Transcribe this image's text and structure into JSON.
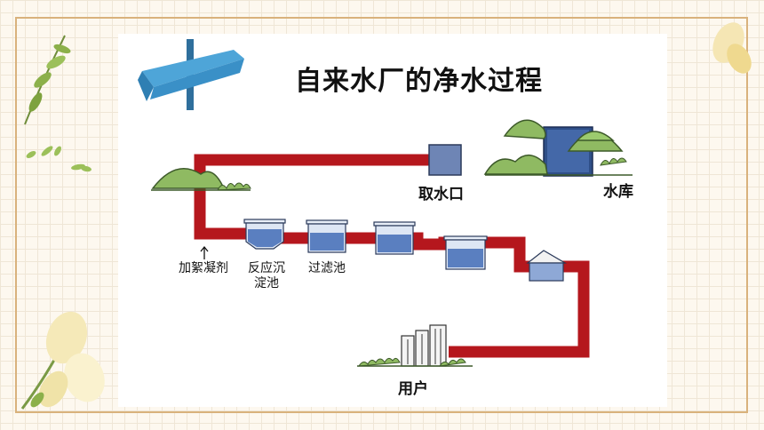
{
  "title": "自来水厂的净水过程",
  "labels": {
    "intake": "取水口",
    "reservoir": "水库",
    "coagulant": "加絮凝剂",
    "sedimentation": "反应沉淀池",
    "filtration": "过滤池",
    "users": "用户"
  },
  "colors": {
    "pipe": "#b5171d",
    "tank": "#5a7fc0",
    "bush": "#8fba62",
    "frame": "#d9b27c",
    "sign": "#4ea5d8"
  }
}
